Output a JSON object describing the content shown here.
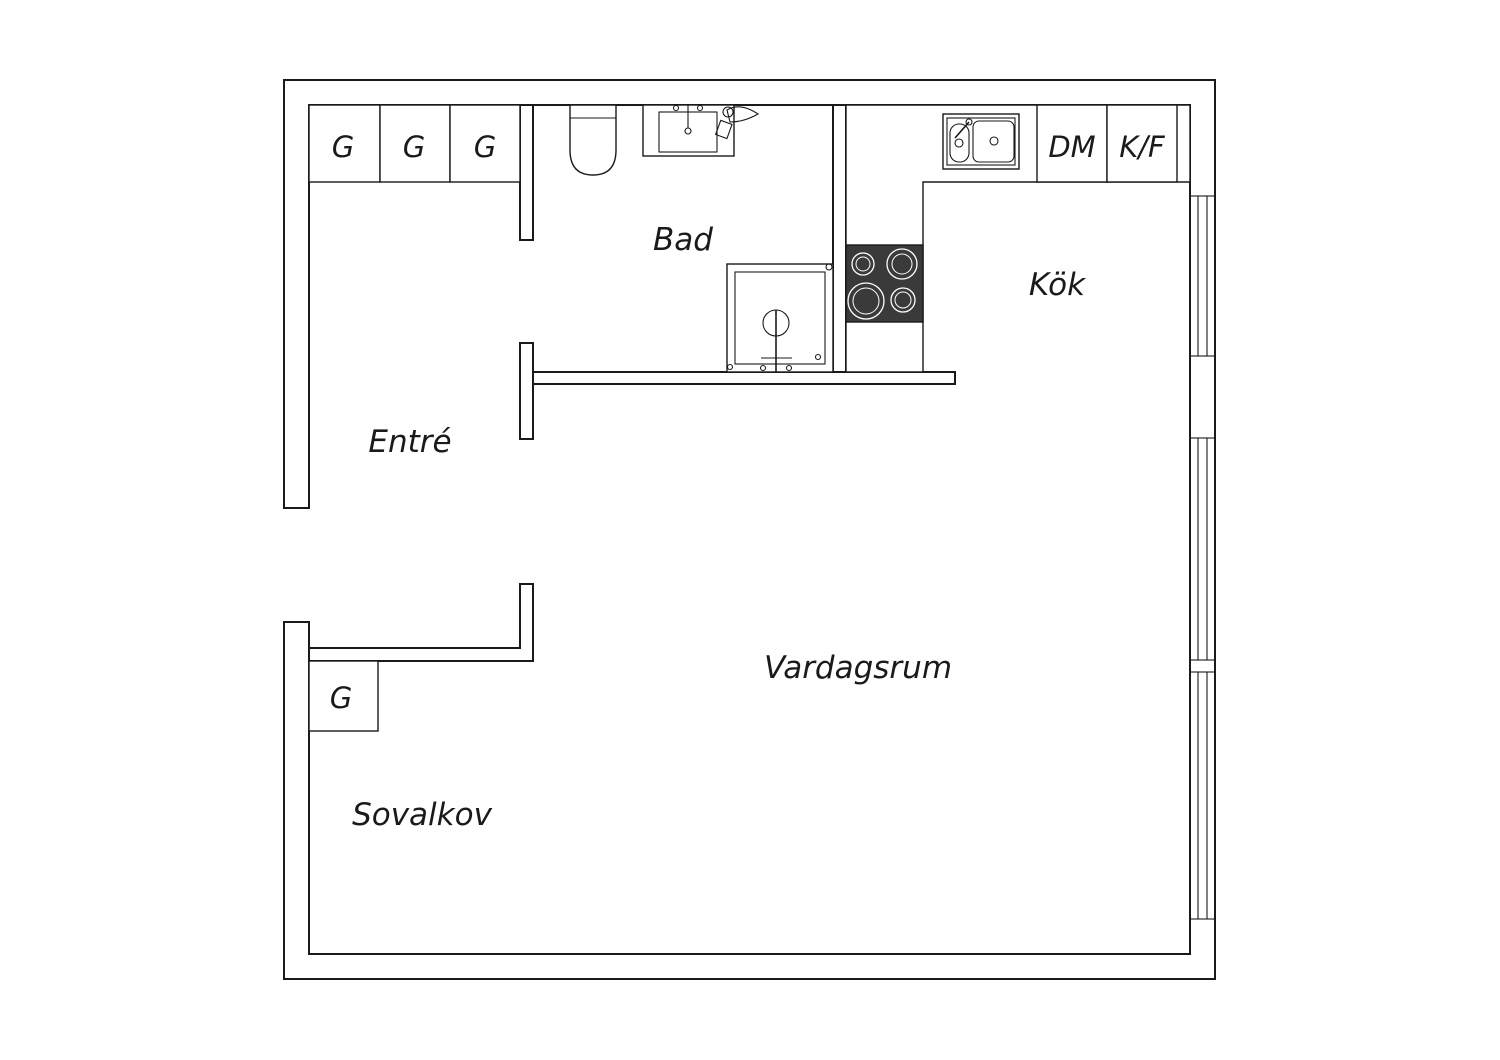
{
  "rooms": {
    "bad": "Bad",
    "kok": "Kök",
    "entre": "Entré",
    "vardagsrum": "Vardagsrum",
    "sovalkov": "Sovalkov"
  },
  "cabinets": {
    "garderob_1": "G",
    "garderob_2": "G",
    "garderob_3": "G",
    "garderob_4": "G",
    "diskmaskin": "DM",
    "kyl_frys": "K/F"
  },
  "colors": {
    "line": "#1a1a1a",
    "background": "#ffffff",
    "stove": "#3a3a3a"
  }
}
